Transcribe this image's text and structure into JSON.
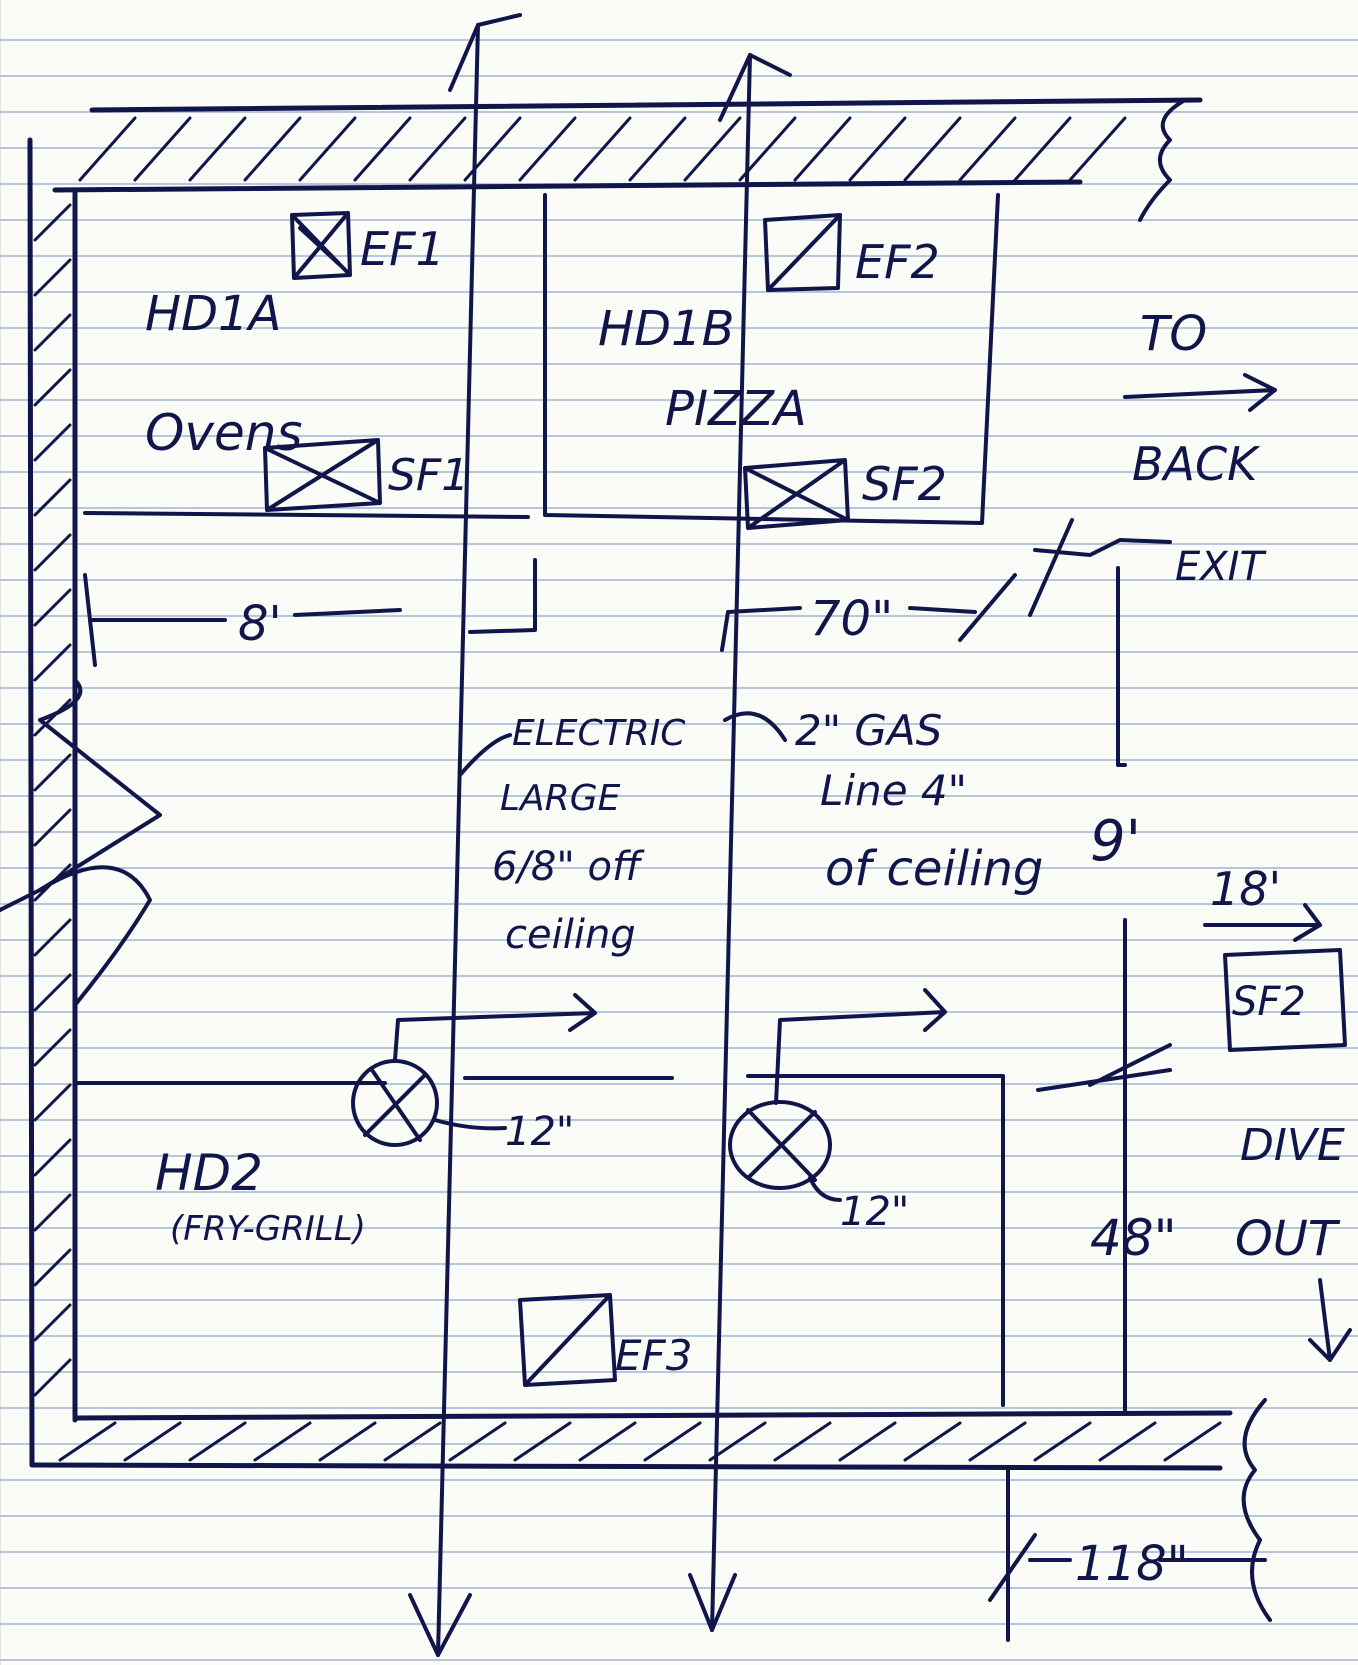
{
  "colors": {
    "ink": "#10154a",
    "paper": "#fbfbf8",
    "rule": "#9fb4d3",
    "margin": "#c7c9cf"
  },
  "labels": {
    "hd1a": "HD1A",
    "ovens": "Ovens",
    "ef1": "EF1",
    "sf1": "SF1",
    "hd1b": "HD1B",
    "pizza": "PIZZA",
    "ef2": "EF2",
    "sf2": "SF2",
    "to": "TO",
    "back": "BACK",
    "exit": "EXIT",
    "electric_1": "ELECTRIC",
    "electric_2": "LARGE",
    "electric_3": "6/8\" off",
    "electric_4": "ceiling",
    "gas_1": "2\" GAS",
    "gas_2": "Line 4\"",
    "gas_3": "of ceiling",
    "hd2": "HD2",
    "hd2_sub": "(FRY-GRILL)",
    "ef3": "EF3",
    "sf2_box": "SF2",
    "dive": "DIVE",
    "out": "OUT"
  },
  "dimensions": {
    "d_8ft": "8'",
    "d_70in": "70\"",
    "d_9ft": "9'",
    "d_18ft": "18'",
    "d_12in_a": "12\"",
    "d_12in_b": "12\"",
    "d_48in": "48\"",
    "d_118in": "118\""
  }
}
